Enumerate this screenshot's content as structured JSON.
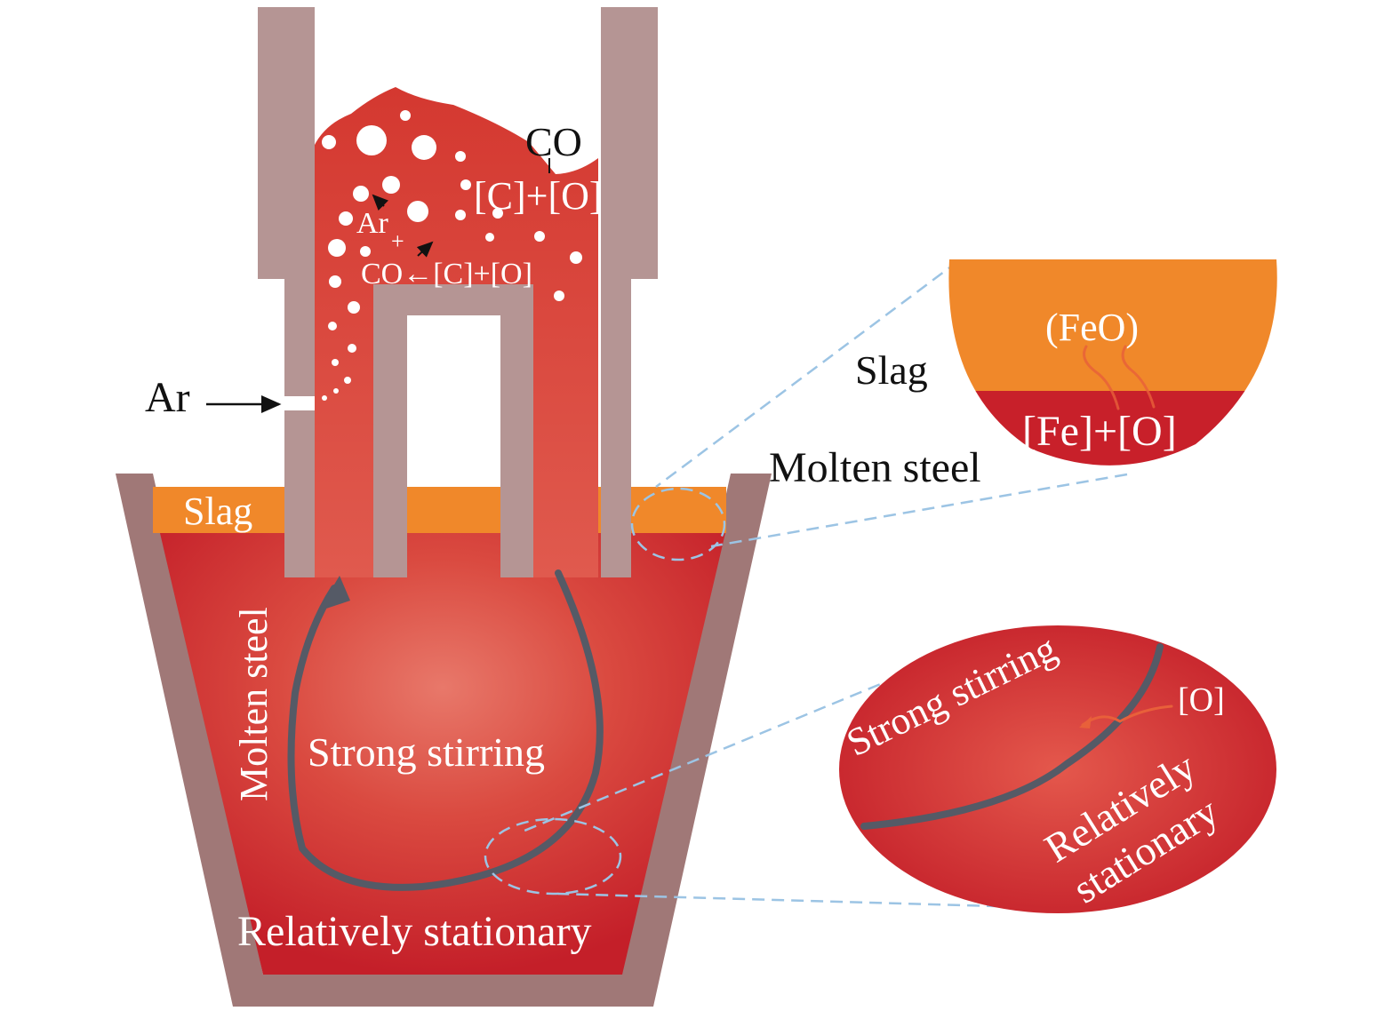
{
  "labels": {
    "co_top": "CO",
    "c_plus_o_top": "[C]+[O]",
    "ar_bubble": "Ar",
    "plus": "+",
    "co_reaction": "CO←[C]+[O]",
    "ar_inlet": "Ar",
    "slag_main": "Slag",
    "molten_steel_vertical": "Molten steel",
    "strong_stirring_main": "Strong stirring",
    "relatively_stationary_main": "Relatively stationary",
    "molten_steel_right": "Molten steel",
    "slag_zoom_label": "Slag",
    "feo": "(FeO)",
    "fe_plus_o": "[Fe]+[O]",
    "strong_stirring_zoom": "Strong stirring",
    "o_zoom": "[O]",
    "relatively_zoom": "Relatively",
    "stationary_zoom": "stationary"
  },
  "colors": {
    "refractory": "#b59594",
    "vessel_wall": "#a07877",
    "steel": "#c8202a",
    "steel_light": "#e8705e",
    "slag": "#f0882a",
    "flow_arrow": "#555a66",
    "zoom_line": "#9cc4e4",
    "reaction_arrow": "#e8603a"
  }
}
